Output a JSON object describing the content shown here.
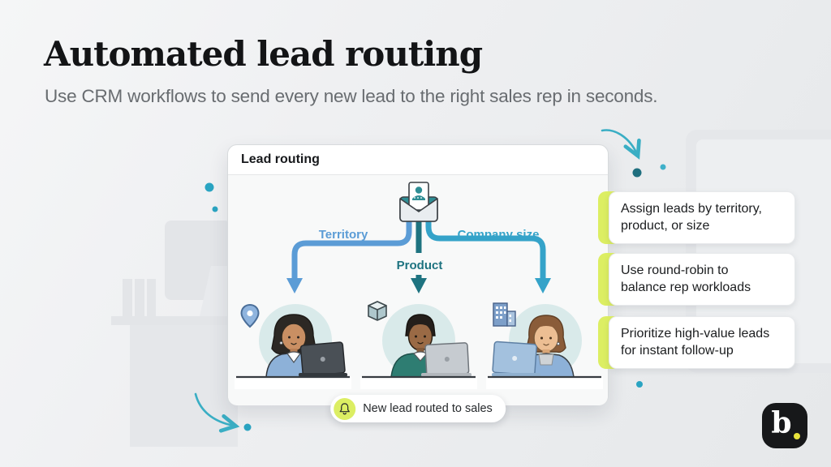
{
  "header": {
    "title": "Automated lead routing",
    "subtitle": "Use CRM workflows to send every new lead to the right sales rep in seconds."
  },
  "diagram": {
    "panel_title": "Lead routing",
    "source_icon": "envelope-lead-icon",
    "branches": [
      {
        "label": "Territory",
        "color": "#5b9cd6",
        "rep_icon": "location-pin-icon"
      },
      {
        "label": "Product",
        "color": "#1e7380",
        "rep_icon": "product-cube-icon"
      },
      {
        "label": "Company size",
        "color": "#35a3c9",
        "rep_icon": "company-building-icon"
      }
    ],
    "status_pill": {
      "icon": "bell-icon",
      "label": "New lead routed to sales"
    }
  },
  "callouts": [
    {
      "text": "Assign leads by territory,\nproduct, or size"
    },
    {
      "text": "Use round-robin to\nbalance rep workloads"
    },
    {
      "text": "Prioritize high-value leads\nfor instant follow-up"
    }
  ],
  "brand": {
    "letter": "b",
    "dot": "."
  },
  "colors": {
    "accent_green": "#dcee63",
    "territory_blue": "#5b9cd6",
    "product_teal": "#1e7380",
    "company_cyan": "#35a3c9",
    "decor_teal": "#3aaec4",
    "dot_dark_teal": "#1f6f7f",
    "logo_bg": "#17181a",
    "logo_dot_yellow": "#e9e43c"
  }
}
